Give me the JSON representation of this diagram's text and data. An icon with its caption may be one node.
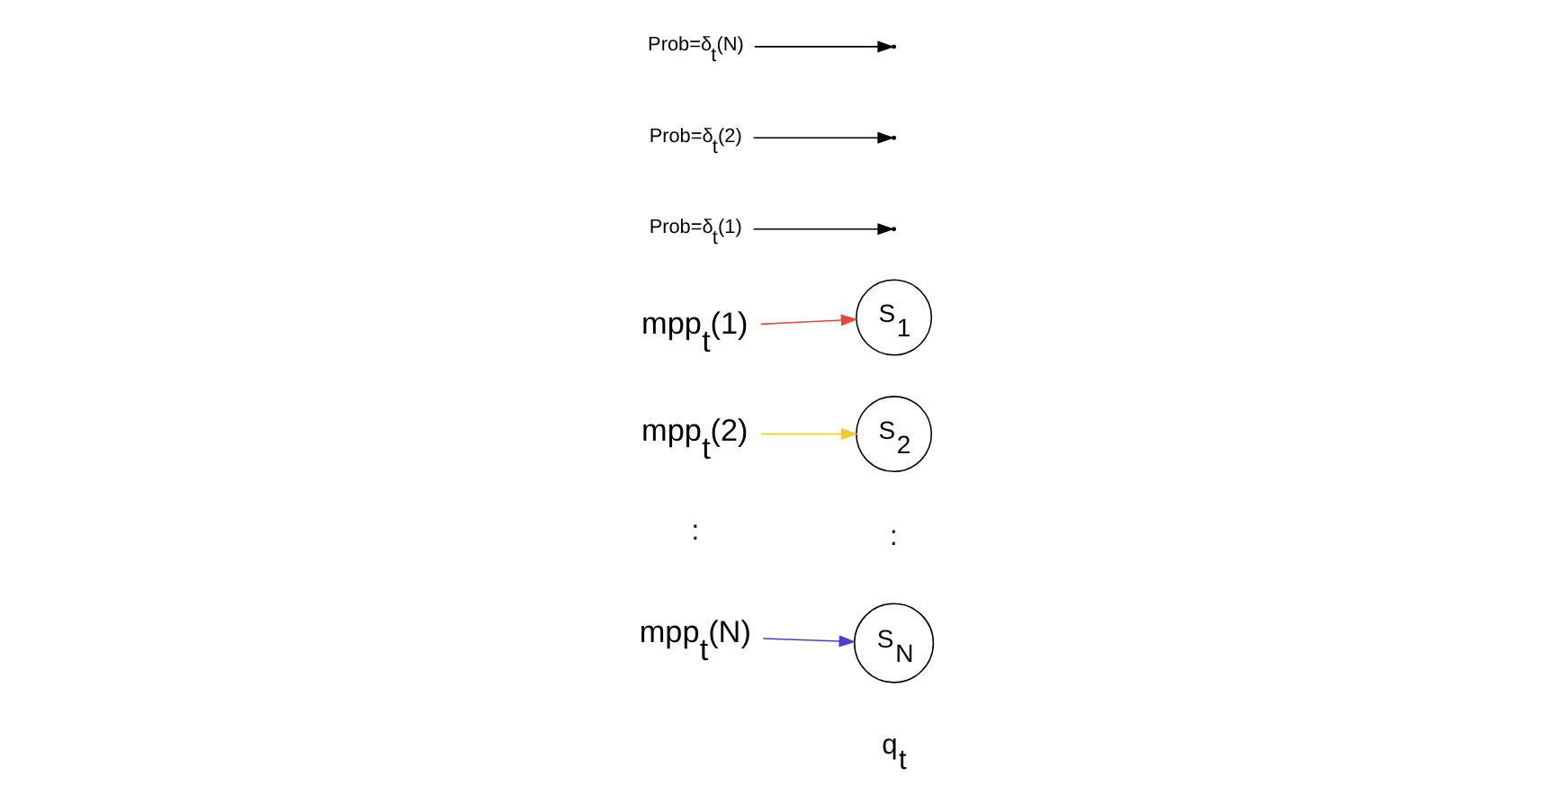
{
  "diagram": {
    "nodes": [
      {
        "text": [
          "mpp$_{t}$(1)"
        ]
      },
      {
        "text": [
          "mpp$_{t}$(2)"
        ]
      },
      {
        "text": [
          "mpp$_{t}$(N)"
        ]
      },
      {
        "text": [
          "S$_{1}$"
        ]
      },
      {
        "text": [
          "S$_{2}$"
        ]
      },
      {
        "text": [
          "S$_{N}$"
        ]
      },
      {
        "text": [
          "Prob=δ$_{t}$(1)"
        ]
      },
      {
        "text": [
          "Prob=δ$_{t}$(2)"
        ]
      },
      {
        "text": [
          "Prob=δ$_{t}$(N)"
        ]
      }
    ],
    "edges": [
      {
        "from": 0,
        "to": 3,
        "arrow": "to",
        "color": "#e8483a"
      },
      {
        "from": 1,
        "to": 4,
        "arrow": "to",
        "color": "#f0c92c"
      },
      {
        "from": 2,
        "to": 5,
        "arrow": "to",
        "color": "#4a3fd0"
      },
      {
        "from": 6,
        "to": null,
        "arrow": "to"
      },
      {
        "from": 7,
        "to": null,
        "arrow": "to"
      },
      {
        "from": 8,
        "to": null,
        "arrow": "to"
      }
    ],
    "labels": [
      ":",
      ":",
      "q$_{t}$"
    ]
  }
}
